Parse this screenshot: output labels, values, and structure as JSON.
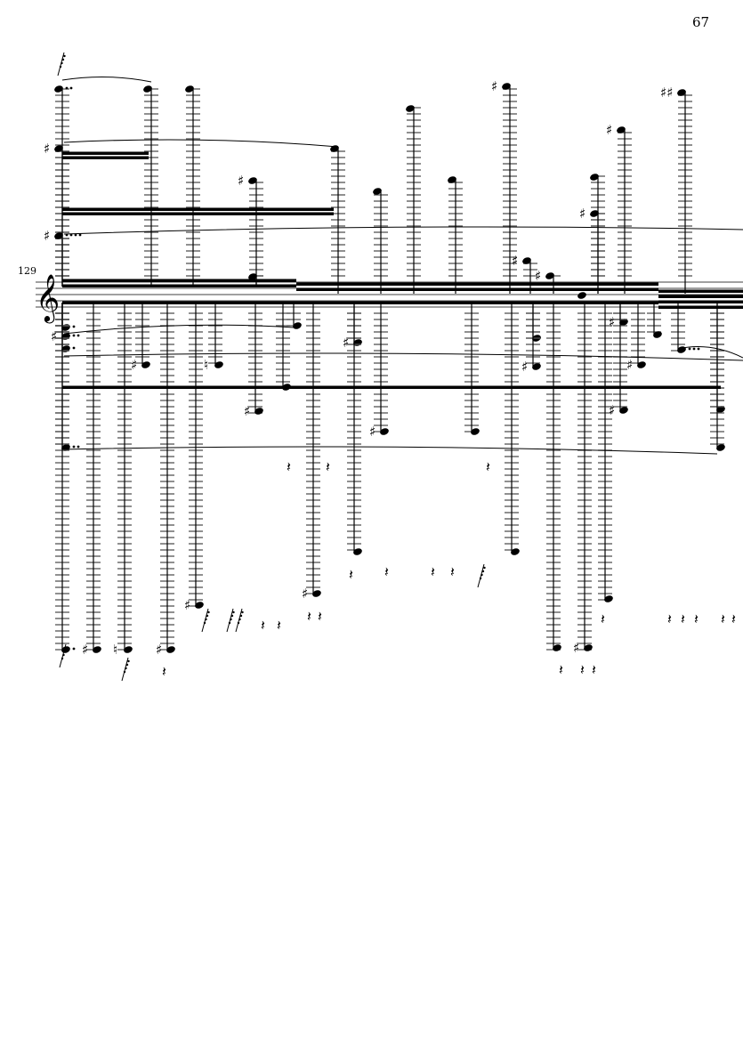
{
  "page": {
    "number": "67"
  },
  "system": {
    "measure_number": "129",
    "clef": "treble"
  },
  "colors": {
    "ink": "#000000",
    "ledger": "#555555"
  }
}
